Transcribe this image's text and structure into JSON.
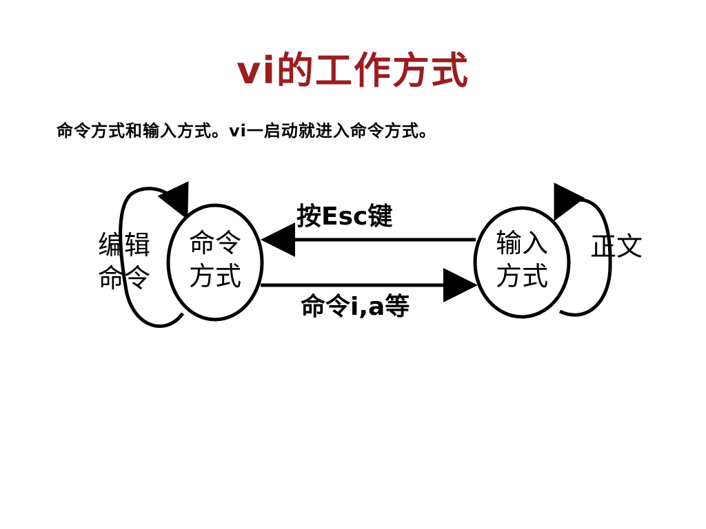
{
  "slide": {
    "title": "vi的工作方式",
    "subtitle": "命令方式和输入方式。vi一启动就进入命令方式。"
  },
  "diagram": {
    "nodes": {
      "command": {
        "line1": "命令",
        "line2": "方式"
      },
      "insert": {
        "line1": "输入",
        "line2": "方式"
      }
    },
    "loops": {
      "edit": {
        "line1": "编辑",
        "line2": "命令"
      },
      "text": {
        "label": "正文"
      }
    },
    "arrows": {
      "to_command": "按Esc键",
      "to_insert": "命令i,a等"
    }
  },
  "colors": {
    "title": "#9b1d20",
    "stroke": "#000000"
  }
}
